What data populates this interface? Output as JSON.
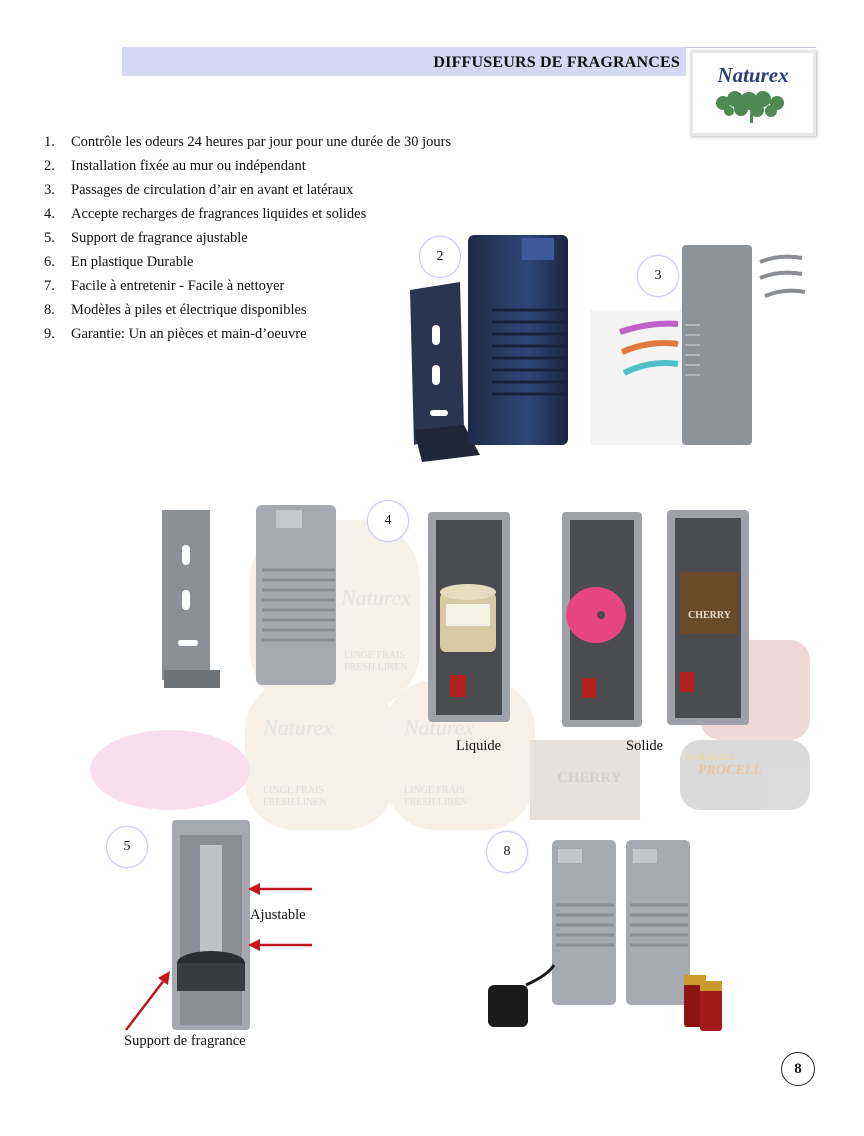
{
  "header": {
    "title": "DIFFUSEURS DE FRAGRANCES",
    "logo_text": "Naturex"
  },
  "features": [
    {
      "num": "1.",
      "text": "Contrôle les odeurs 24 heures par jour pour une durée de 30 jours"
    },
    {
      "num": "2.",
      "text": "Installation fixée au mur ou indépendant"
    },
    {
      "num": "3.",
      "text": "Passages de circulation d’air en avant et latéraux"
    },
    {
      "num": "4.",
      "text": "Accepte recharges de fragrances liquides et solides"
    },
    {
      "num": "5.",
      "text": "Support de fragrance ajustable"
    },
    {
      "num": "6.",
      "text": "En plastique Durable"
    },
    {
      "num": "7.",
      "text": "Facile à entretenir - Facile à nettoyer"
    },
    {
      "num": "8.",
      "text": "Modèles à piles et électrique disponibles"
    },
    {
      "num": "9.",
      "text": "Garantie: Un an pièces et main-d’oeuvre"
    }
  ],
  "badges": {
    "b2": "2",
    "b3": "3",
    "b4": "4",
    "b5": "5",
    "b8": "8"
  },
  "captions": {
    "liquide": "Liquide",
    "solide": "Solide",
    "ajustable": "Ajustable",
    "support": "Support de fragrance"
  },
  "product_labels": {
    "can_brand": "Naturex",
    "can_product": "LINGE FRAIS",
    "can_product_en": "FRESH LINEN",
    "cherry": "CHERRY",
    "battery_brand": "DURACELL",
    "battery_model": "PROCELL"
  },
  "page_number": "8",
  "colors": {
    "header_bar": "#d5d8f2",
    "logo_text": "#2a3f7a",
    "dispenser_gray": "#9a9ea6",
    "dispenser_blue": "#2b3f6e",
    "arrow_red": "#c4161c"
  }
}
